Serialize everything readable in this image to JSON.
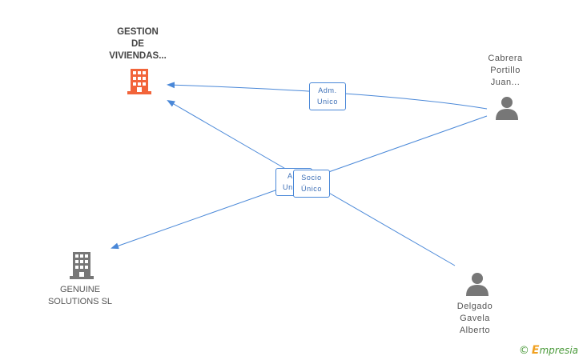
{
  "nodes": {
    "gestion": {
      "lines": [
        "GESTION",
        "DE",
        "VIVIENDAS..."
      ],
      "type": "company",
      "color": "#f2643a"
    },
    "genuine": {
      "lines": [
        "GENUINE",
        "SOLUTIONS SL"
      ],
      "type": "company",
      "color": "#777777"
    },
    "cabrera": {
      "lines": [
        "Cabrera",
        "Portillo",
        "Juan..."
      ],
      "type": "person",
      "color": "#777777"
    },
    "delgado": {
      "lines": [
        "Delgado",
        "Gavela",
        "Alberto"
      ],
      "type": "person",
      "color": "#777777"
    }
  },
  "relations": {
    "adm_unico_top": {
      "lines": [
        "Adm.",
        "Unico"
      ]
    },
    "adm_unico_mid": {
      "lines": [
        "A",
        "Un"
      ]
    },
    "socio_unico": {
      "lines": [
        "Socio",
        "Único"
      ]
    }
  },
  "colors": {
    "edge": "#4a88d8",
    "accent": "#f2643a",
    "icon_gray": "#777777"
  },
  "watermark": {
    "symbol": "©",
    "brand_first": "E",
    "brand_rest": "mpresia"
  }
}
